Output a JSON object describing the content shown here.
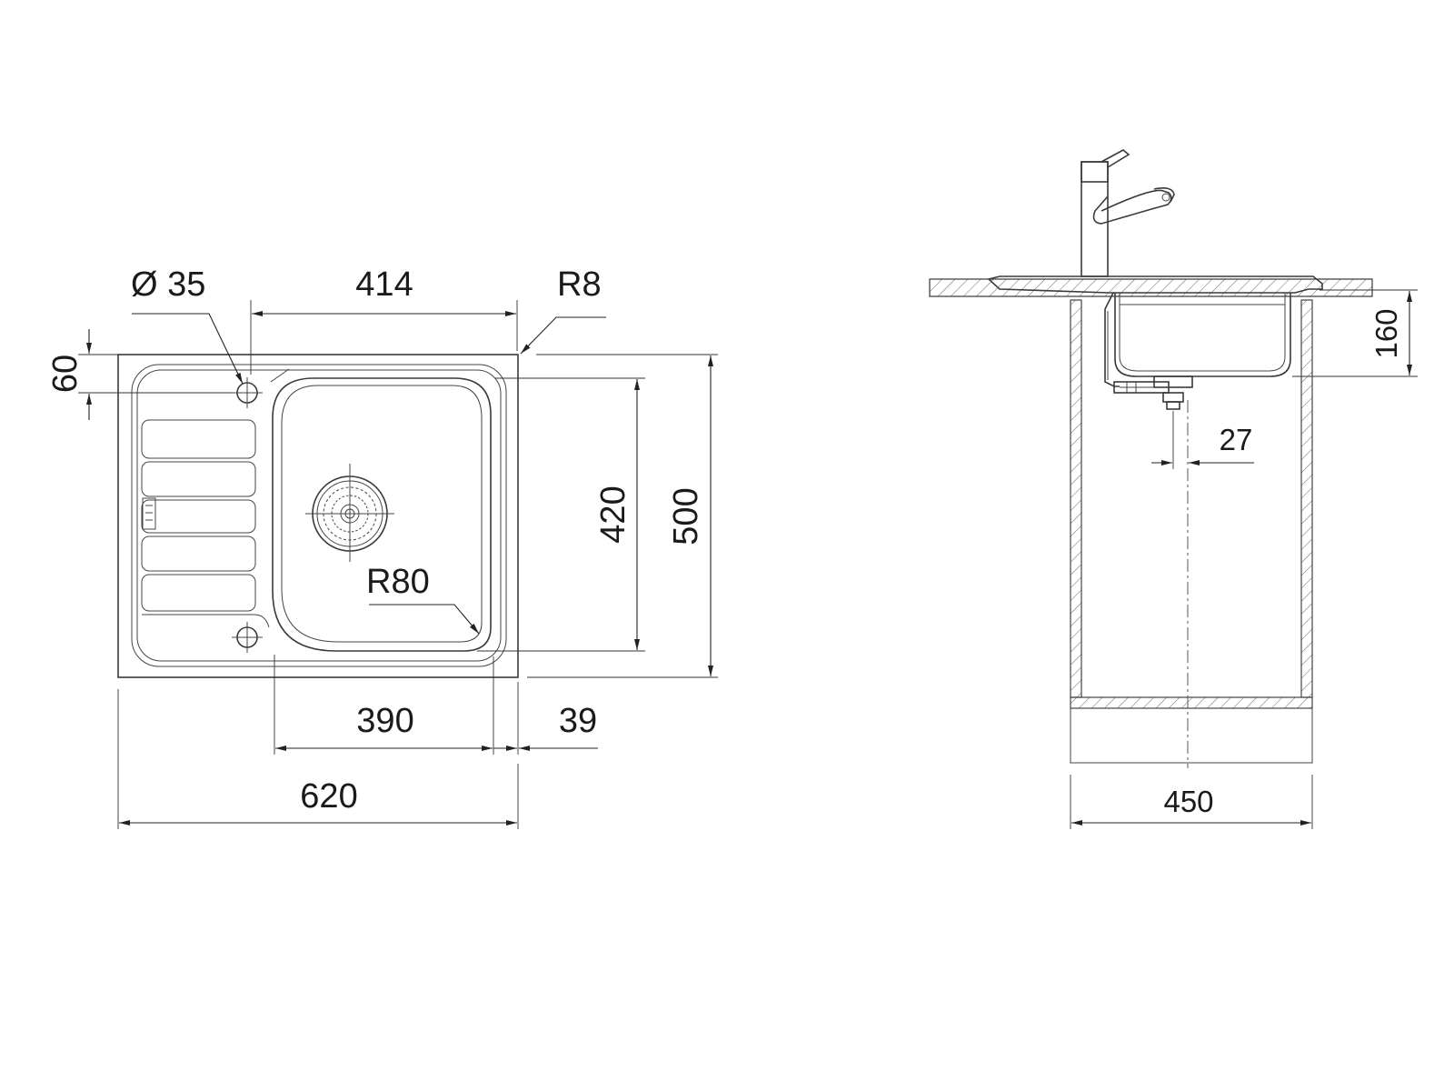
{
  "top_view": {
    "dimensions": {
      "hole_diameter": "Ø 35",
      "bowl_length": "414",
      "corner_radius": "R8",
      "hole_offset": "60",
      "bowl_width": "420",
      "overall_width": "500",
      "bowl_corner_radius": "R80",
      "bowl_inner_length": "390",
      "rim_offset": "39",
      "overall_length": "620"
    }
  },
  "side_view": {
    "dimensions": {
      "bowl_depth": "160",
      "drain_offset": "27",
      "cabinet_width": "450"
    }
  },
  "icons": {
    "faucet": "faucet-icon",
    "drain": "drain-strainer-icon"
  }
}
